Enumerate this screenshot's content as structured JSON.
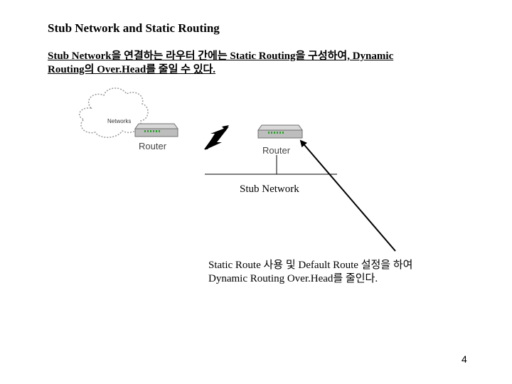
{
  "slide": {
    "title": "Stub Network and Static Routing",
    "intro_line1": "Stub Network을 연결하는 라우터 간에는 Static Routing을 구성하여, Dynamic",
    "intro_line2": "Routing의 Over.Head를 줄일 수 있다.",
    "page_number": "4"
  },
  "diagram": {
    "cloud_label": "Networks",
    "router_left_label": "Router",
    "router_right_label": "Router",
    "stub_network_label": "Stub Network",
    "note_line1": "Static Route 사용 및 Default Route 설정을 하여",
    "note_line2": "Dynamic Routing Over.Head를 줄인다."
  }
}
